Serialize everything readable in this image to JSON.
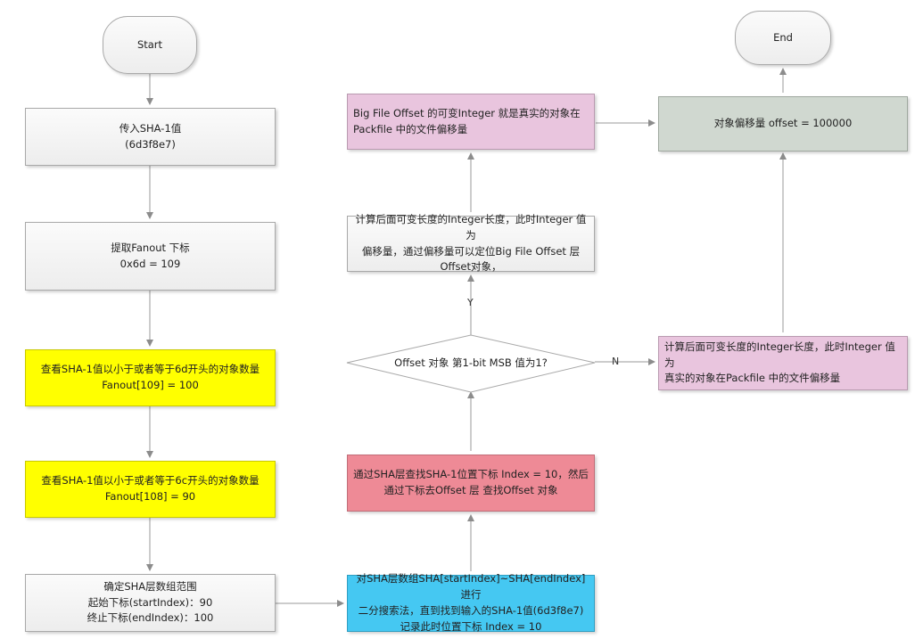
{
  "nodes": {
    "start": "Start",
    "input_sha": "传入SHA-1值\n(6d3f8e7)",
    "fanout_index": "提取Fanout 下标\n0x6d = 109",
    "fanout_109": "查看SHA-1值以小于或者等于6d开头的对象数量\nFanout[109] = 100",
    "fanout_108": "查看SHA-1值以小于或者等于6c开头的对象数量\nFanout[108] = 90",
    "sha_range": "确定SHA层数组范围\n起始下标(startIndex)：90\n终止下标(endIndex)：100",
    "binary_search": "对SHA层数组SHA[startIndex]~SHA[endIndex]进行\n二分搜索法，直到找到输入的SHA-1值(6d3f8e7)\n记录此时位置下标 Index = 10",
    "offset_lookup": "通过SHA层查找SHA-1位置下标 Index = 10，然后\n通过下标去Offset 层 查找Offset 对象",
    "decision": "Offset 对象 第1-bit MSB 值为1?",
    "compute_big_offset": "计算后面可变长度的Integer长度，此时Integer 值为\n偏移量，通过偏移量可以定位Big File Offset 层\nOffset对象，",
    "big_file_offset": "Big File Offset   的可变Integer 就是真实的对象在\nPackfile 中的文件偏移量",
    "compute_direct": "计算后面可变长度的Integer长度，此时Integer 值为\n真实的对象在Packfile 中的文件偏移量",
    "object_offset": "对象偏移量 offset = 100000",
    "end": "End"
  },
  "labels": {
    "yes": "Y",
    "no": "N"
  },
  "colors": {
    "yellow": "#ffff00",
    "pink": "#e9c5de",
    "sage": "#d0d8d0",
    "red": "#ee8a96",
    "cyan": "#45c8f2",
    "grey": "#f2f2f2",
    "connector": "#9a9a9a"
  }
}
